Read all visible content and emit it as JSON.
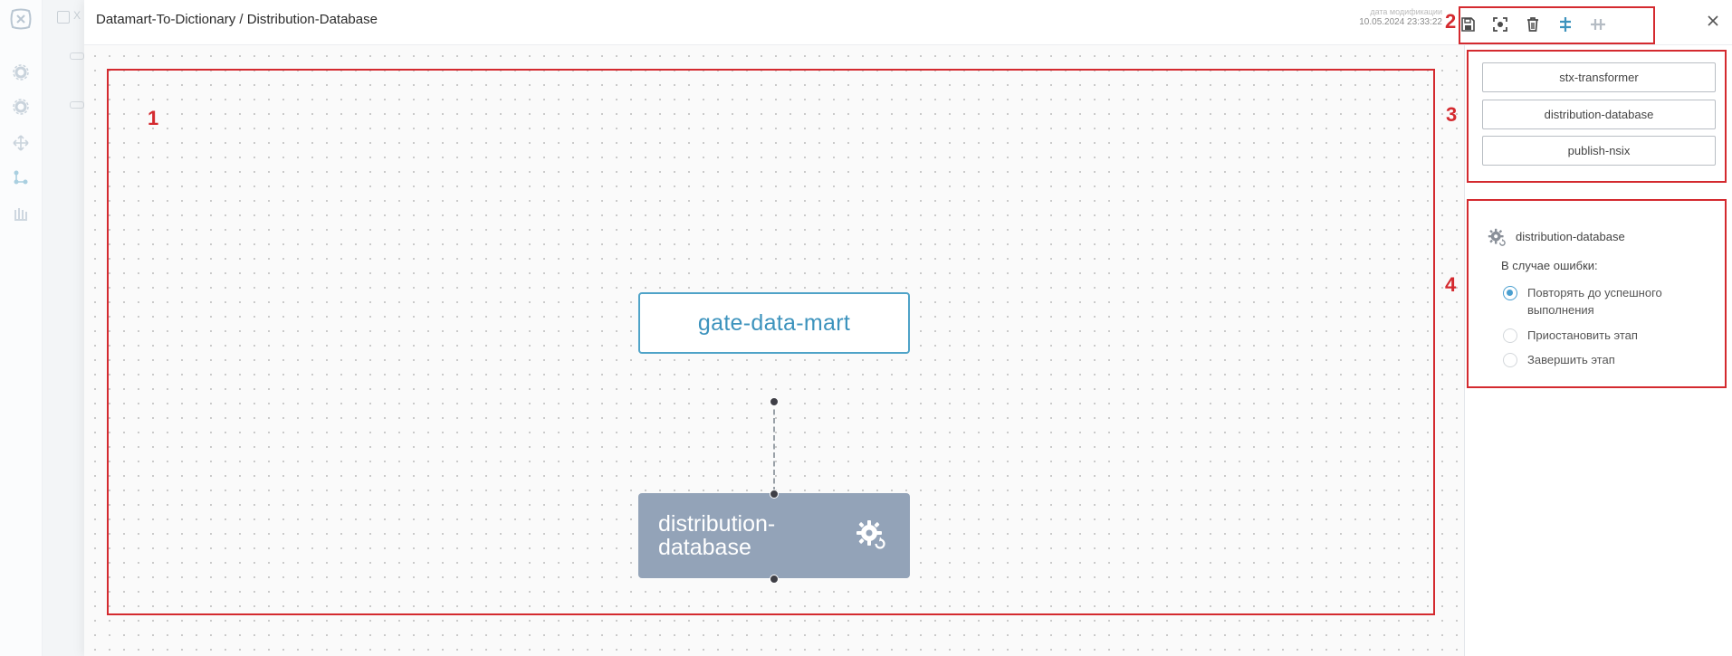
{
  "modal": {
    "title": "Datamart-To-Dictionary / Distribution-Database",
    "modified_label": "дата модификации",
    "modified_value": "10.05.2024 23:33:22"
  },
  "background": {
    "crumb": "Х"
  },
  "toolbar": {
    "icons": [
      "save-icon",
      "fit-view-icon",
      "trash-icon",
      "vertical-layout-icon",
      "horizontal-layout-icon"
    ],
    "active_color": "#3d93bd",
    "inactive_color": "#4a4a4a"
  },
  "nodes": {
    "gate": {
      "label": "gate-data-mart",
      "border_color": "#4fa3c8"
    },
    "db": {
      "label_line1": "distribution-",
      "label_line2": "database",
      "icon": "gear-refresh-icon",
      "fill": "#93a3b8"
    }
  },
  "stages": [
    {
      "label": "stx-transformer"
    },
    {
      "label": "distribution-database"
    },
    {
      "label": "publish-nsix"
    }
  ],
  "properties": {
    "icon": "gear-refresh-icon",
    "stage_name": "distribution-database",
    "on_error_label": "В случае ошибки:",
    "options": [
      {
        "line1": "Повторять до успешного",
        "line2": "выполнения",
        "checked": true
      },
      {
        "line1": "Приостановить этап",
        "checked": false
      },
      {
        "line1": "Завершить этап",
        "checked": false
      }
    ]
  },
  "annotations": [
    {
      "number": "1"
    },
    {
      "number": "2"
    },
    {
      "number": "3"
    },
    {
      "number": "4"
    }
  ],
  "colors": {
    "annotation_red": "#d42a2f",
    "radio_accent": "#4a9fd0"
  }
}
